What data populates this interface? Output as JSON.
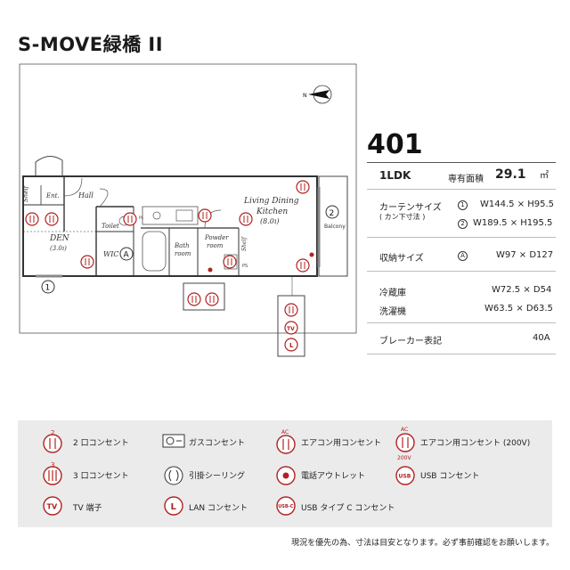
{
  "title": "S-MOVE緑橋 II",
  "plan": {
    "labels": {
      "shelf_left": "Shelf",
      "ent": "Ent.",
      "hall": "Hall",
      "toilet": "Toilet",
      "den": "DEN",
      "den_size": "(3.0ı)",
      "wic": "WIC",
      "wic_mark": "A",
      "bath": "Bath",
      "bath2": "room",
      "powder": "Powder",
      "powder2": "room",
      "shelf_right": "Shelf",
      "ps_1": "PS",
      "ps_2": "PS",
      "ldk1": "Living Dining",
      "ldk2": "Kitchen",
      "ldk_size": "(8.0ı)",
      "balcony": "Balcony",
      "mark1": "1",
      "mark2": "2"
    },
    "colors": {
      "outlet": "#b22222",
      "wall": "#333333",
      "line": "#666666"
    }
  },
  "spec": {
    "unit": "401",
    "layout": "1LDK",
    "area_label": "専有面積",
    "area_value": "29.1",
    "area_unit": "㎡",
    "curtain_label": "カーテンサイズ",
    "curtain_sub": "( カン下寸法 )",
    "curtain_1_mark": "1",
    "curtain_1": "W144.5 × H95.5",
    "curtain_2_mark": "2",
    "curtain_2": "W189.5 × H195.5",
    "storage_label": "収納サイズ",
    "storage_mark": "A",
    "storage_value": "W97 × D127",
    "fridge_label": "冷蔵庫",
    "fridge_value": "W72.5 × D54",
    "washer_label": "洗濯機",
    "washer_value": "W63.5 × D63.5",
    "breaker_label": "ブレーカー表記",
    "breaker_value": "40A"
  },
  "legend": {
    "outlet2": "2 口コンセント",
    "outlet2_num": "2",
    "gas": "ガスコンセント",
    "ac": "エアコン用コンセント",
    "ac_tag": "AC",
    "ac200": "エアコン用コンセント (200V)",
    "ac200_tag": "AC",
    "ac200_v": "200V",
    "outlet3": "3 口コンセント",
    "outlet3_num": "3",
    "ceiling": "引掛シーリング",
    "phone": "電話アウトレット",
    "usb": "USB コンセント",
    "usb_tag": "USB",
    "tv": "TV 端子",
    "tv_tag": "TV",
    "lan": "LAN コンセント",
    "lan_tag": "L",
    "usbc": "USB タイプ C コンセント",
    "usbc_tag": "USB-C"
  },
  "footnote": "現況を優先の為、寸法は目安となります。必ず事前確認をお願いします。"
}
